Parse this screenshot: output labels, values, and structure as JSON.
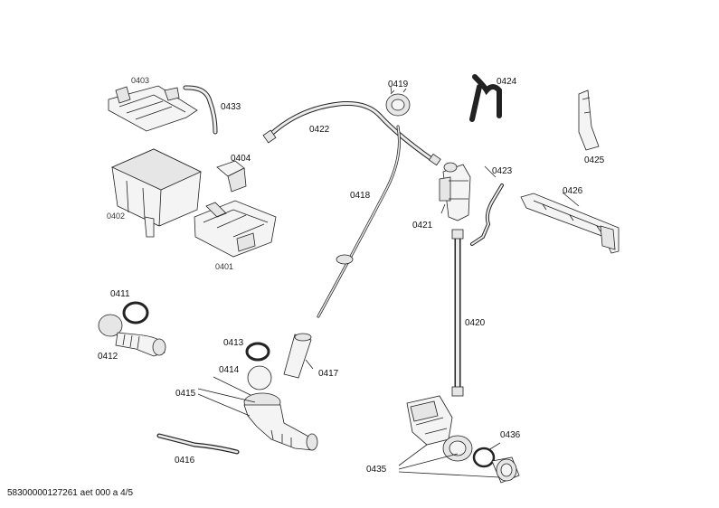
{
  "labels": {
    "p0403": "0403",
    "p0433": "0433",
    "p0404": "0404",
    "p0402": "0402",
    "p0401": "0401",
    "p0422": "0422",
    "p0419": "0419",
    "p0418": "0418",
    "p0421": "0421",
    "p0424": "0424",
    "p0425": "0425",
    "p0423": "0423",
    "p0426": "0426",
    "p0420": "0420",
    "p0411": "0411",
    "p0412": "0412",
    "p0413": "0413",
    "p0414": "0414",
    "p0415": "0415",
    "p0416": "0416",
    "p0417": "0417",
    "p0435": "0435",
    "p0436": "0436"
  },
  "footer": "58300000127261 aet 000 a 4/5"
}
